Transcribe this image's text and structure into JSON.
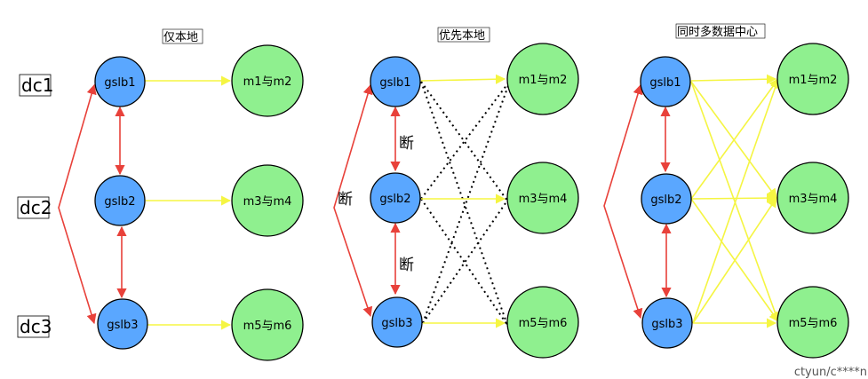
{
  "panels": [
    {
      "title": "仅本地"
    },
    {
      "title": "优先本地"
    },
    {
      "title": "同时多数据中心"
    }
  ],
  "dc_labels": [
    "dc1",
    "dc2",
    "dc3"
  ],
  "gslb_labels": [
    "gslb1",
    "gslb2",
    "gslb3"
  ],
  "backend_labels": [
    "m1与m2",
    "m3与m4",
    "m5与m6"
  ],
  "break_label": "断",
  "watermark": "ctyun/c****n",
  "colors": {
    "gslb": "#5aa7ff",
    "backend": "#8ff08f",
    "red_arrow": "#e8413a",
    "yellow_arrow": "#f5f542",
    "dotted_line": "#000000"
  }
}
